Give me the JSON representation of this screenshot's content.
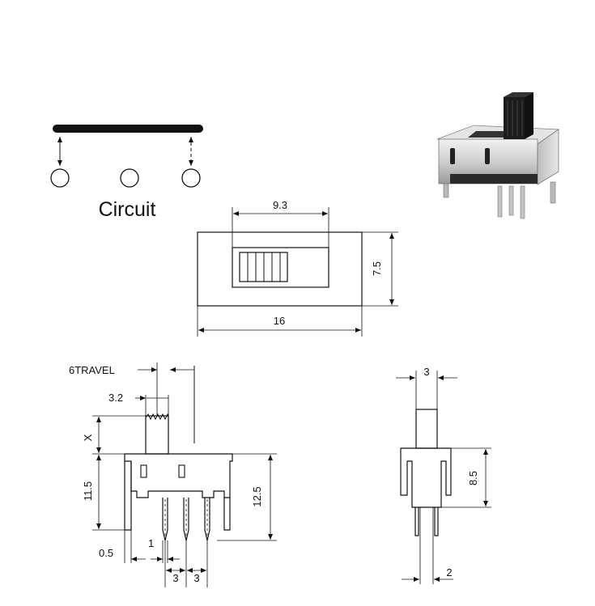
{
  "circuit": {
    "label": "Circuit"
  },
  "top_view": {
    "width_dim": "16",
    "height_dim": "7.5",
    "slider_window_dim": "9.3"
  },
  "front_view": {
    "travel_label": "6TRAVEL",
    "actuator_width_dim": "3.2",
    "actuator_height_dim": "X",
    "body_height_dim": "11.5",
    "total_height_dim": "12.5",
    "lead_offset_dim": "0.5",
    "lead_width_dim": "1",
    "pitch_left_dim": "3",
    "pitch_right_dim": "3"
  },
  "side_view": {
    "actuator_width_dim": "3",
    "body_height_dim": "8.5",
    "lead_width_dim": "2"
  }
}
